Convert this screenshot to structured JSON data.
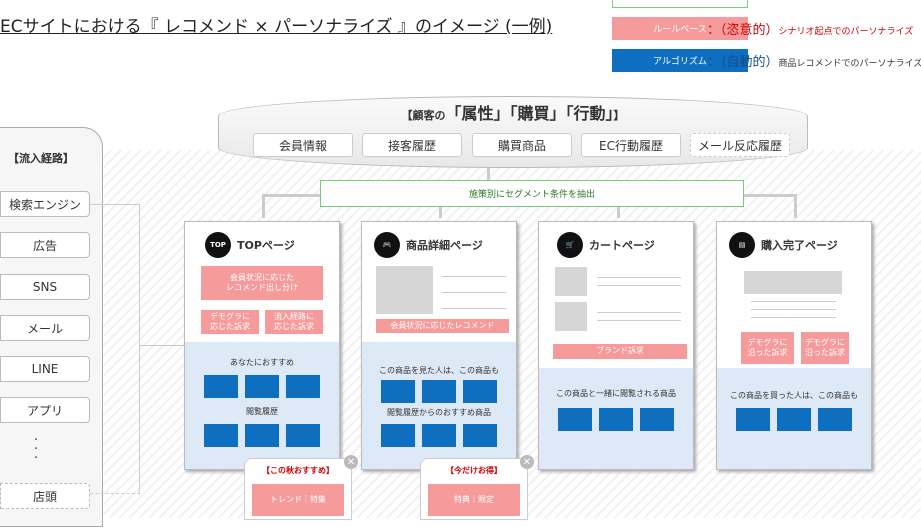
{
  "title": "ECサイトにおける『 レコメンド × パーソナライズ 』のイメージ (一例)",
  "legend": {
    "rule_label": "ルールベース",
    "rule_desc_main": "：（恣意的）",
    "rule_desc": "シナリオ起点でのパーソナライズ",
    "algo_label": "アルゴリズム",
    "algo_desc_main": "：（自動的）",
    "algo_desc": "商品レコメンドでのパーソナライズ",
    "colors": {
      "rule": "#f59b9b",
      "algo": "#0e6fc0"
    }
  },
  "customer": {
    "heading_pre": "【顧客の",
    "heading_main": "「属性」「購買」「行動」",
    "heading_post": "】",
    "chips": [
      "会員情報",
      "接客履歴",
      "購買商品",
      "EC行動履歴",
      "メール反応履歴"
    ]
  },
  "segment": "施策別にセグメント条件を抽出",
  "inflow": {
    "heading": "【流入経路】",
    "items": [
      "検索エンジン",
      "広告",
      "SNS",
      "メール",
      "LINE",
      "アプリ"
    ],
    "dots": "・\n・\n・",
    "last": "店頭"
  },
  "cards": {
    "top": {
      "icon": "TOP",
      "title": "TOPページ",
      "pink1": "会員状況に応じた\nレコメンド出し分け",
      "pink2": "デモグラに\n応じた訴求",
      "pink3": "流入経路に\n応じた訴求",
      "label1": "あなたにおすすめ",
      "label2": "閲覧履歴"
    },
    "detail": {
      "title": "商品詳細ページ",
      "pink": "会員状況に応じたレコメンド",
      "label1": "この商品を見た人は、この商品も",
      "label2": "閲覧履歴からのおすすめ商品"
    },
    "cart": {
      "title": "カートページ",
      "pink": "ブランド訴求",
      "label1": "この商品と一緒に閲覧される商品"
    },
    "purchase": {
      "title": "購入完了ページ",
      "pink1": "デモグラに\n沿った訴求",
      "pink2": "デモグラに\n沿った訴求",
      "label1": "この商品を買った人は、この商品も"
    }
  },
  "popups": [
    {
      "title": "【この秋おすすめ】",
      "body": "トレンド｜特集"
    },
    {
      "title": "【今だけお得】",
      "body": "特典｜限定"
    }
  ]
}
